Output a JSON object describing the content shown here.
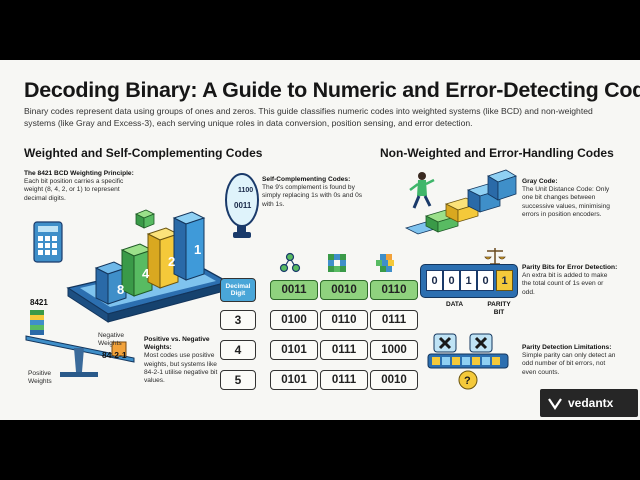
{
  "title": "Decoding Binary: A Guide to Numeric and Error-Detecting Codes",
  "intro": "Binary codes represent data using groups of ones and zeros. This guide classifies numeric codes into weighted systems (like BCD) and non-weighted systems (like Gray and Excess-3), each serving unique roles in data conversion, position sensing, and error detection.",
  "left_section": {
    "heading": "Weighted and Self-Complementing Codes",
    "bcd_note_title": "The 8421 BCD Weighting Principle:",
    "bcd_note_body": "Each bit position carries a specific weight (8, 4, 2, or 1) to represent decimal digits.",
    "self_comp_title": "Self-Complementing Codes:",
    "self_comp_body": "The 9's complement is found by simply replacing 1s with 0s and 0s with 1s.",
    "block_digits": [
      "8",
      "4",
      "2",
      "1"
    ],
    "mirror_top": "1100",
    "mirror_lens": "0011",
    "label_8421": "8421",
    "positive_weights": "Positive Weights",
    "negative_weights": "Negative Weights",
    "neg_code": "84-2-1",
    "pos_neg_title": "Positive vs. Negative Weights:",
    "pos_neg_body": "Most codes use positive weights, but systems like 84-2-1 utilise negative bit values."
  },
  "table": {
    "digit_header": "Decimal Digit",
    "header_row": [
      "0011",
      "0010",
      "0110"
    ],
    "rows": [
      {
        "digit": "3",
        "codes": [
          "0100",
          "0110",
          "0111"
        ]
      },
      {
        "digit": "4",
        "codes": [
          "0101",
          "0111",
          "1000"
        ]
      },
      {
        "digit": "5",
        "codes": [
          "0101",
          "0111",
          "0010"
        ]
      }
    ]
  },
  "right_section": {
    "heading": "Non-Weighted and Error-Handling Codes",
    "gray_title": "Gray Code:",
    "gray_body": "The Unit Distance Code: Only one bit changes between successive values, minimising errors in position encoders.",
    "parity_bits": [
      "0",
      "0",
      "1",
      "0"
    ],
    "parity_check_bit": "1",
    "data_label": "DATA",
    "parity_label": "PARITY BIT",
    "parity_title": "Parity Bits for Error Detection:",
    "parity_body": "An extra bit is added to make the total count of 1s even or odd.",
    "limits_title": "Parity Detection Limitations:",
    "limits_body": "Simple parity can only detect an odd number of bit errors, not even counts.",
    "question_mark": "?"
  },
  "logo": {
    "text": "vedantx"
  },
  "colors": {
    "green": "#8fd27e",
    "blue": "#4aa6d8",
    "orange": "#f2a23a",
    "yellow": "#f4d23c",
    "teal": "#3fb6a8"
  }
}
